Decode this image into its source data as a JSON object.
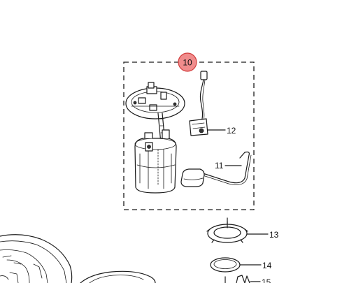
{
  "diagram": {
    "colors": {
      "callout_fill": "#f08c8c",
      "callout_stroke": "#d23c3c",
      "line": "#1a1a1a",
      "background": "#ffffff"
    },
    "callouts": {
      "assembly": "10",
      "float_arm": "11",
      "level_sensor": "12",
      "lock_ring": "13",
      "seal": "14",
      "pump_bottom": "15"
    }
  }
}
